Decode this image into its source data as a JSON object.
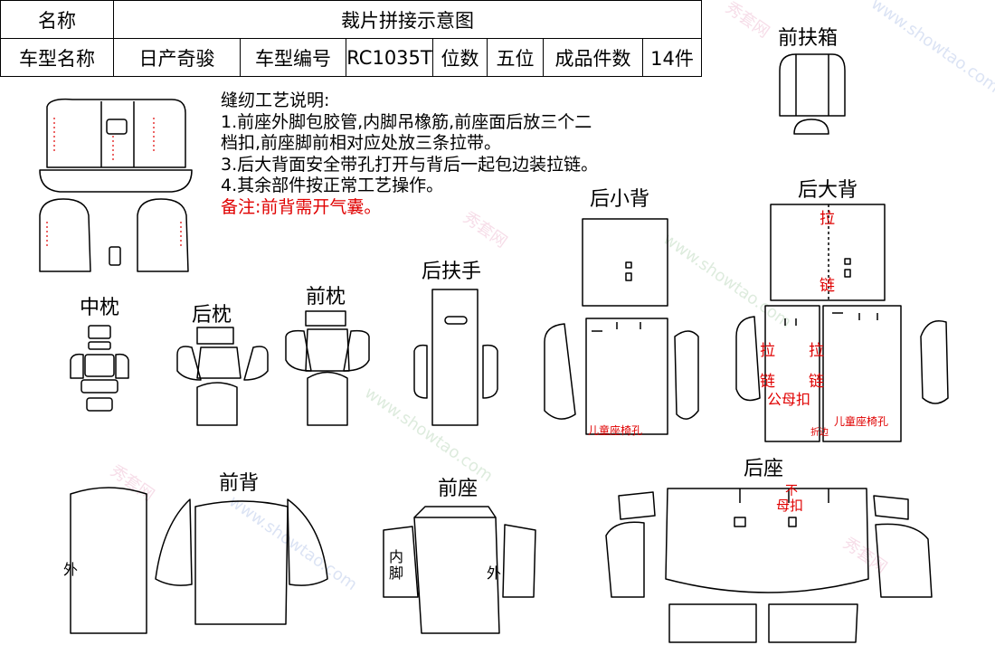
{
  "header": {
    "name_label": "名称",
    "name_value": "裁片拼接示意图",
    "model_name_label": "车型名称",
    "model_name_value": "日产奇骏",
    "model_code_label": "车型编号",
    "model_code_value": "RC1035T",
    "seats_label": "位数",
    "seats_value": "五位",
    "pieces_label": "成品件数",
    "pieces_value": "14件"
  },
  "notes": {
    "title": "缝纫工艺说明:",
    "line1": "1.前座外脚包胶管,内脚吊橡筋,前座面后放三个二",
    "line2": "档扣,前座脚前相对应处放三条拉带。",
    "line3": "3.后大背面安全带孔打开与背后一起包边装拉链。",
    "line4": "4.其余部件按正常工艺操作。",
    "remark": "备注:前背需开气囊。"
  },
  "sections": {
    "front_armrest_box": "前扶箱",
    "rear_small_back": "后小背",
    "rear_big_back": "后大背",
    "rear_armrest": "后扶手",
    "middle_pillow": "中枕",
    "rear_pillow": "后枕",
    "front_pillow": "前枕",
    "front_back": "前背",
    "front_seat": "前座",
    "rear_seat": "后座"
  },
  "annotations": {
    "zipper_top": "拉",
    "zipper_bottom": "链",
    "zip_left_1": "拉",
    "zip_left_2": "链",
    "zip_right_1": "拉",
    "zip_right_2": "链",
    "male_female_buckle": "公母扣",
    "child_seat_hole_small": "儿童座椅孔",
    "child_seat_hole_big": "儿童座椅孔",
    "edge_binding": "折边",
    "outer_back": "外",
    "inner_leg_1": "内",
    "inner_leg_2": "脚",
    "outer_seat": "外",
    "female_buckle_1": "不",
    "female_buckle_2": "母扣"
  },
  "watermark": {
    "brand": "秀套网",
    "url": "www.showtao.com"
  },
  "colors": {
    "line": "#000000",
    "accent_red": "#e00000",
    "watermark": "#8fa8d8"
  }
}
